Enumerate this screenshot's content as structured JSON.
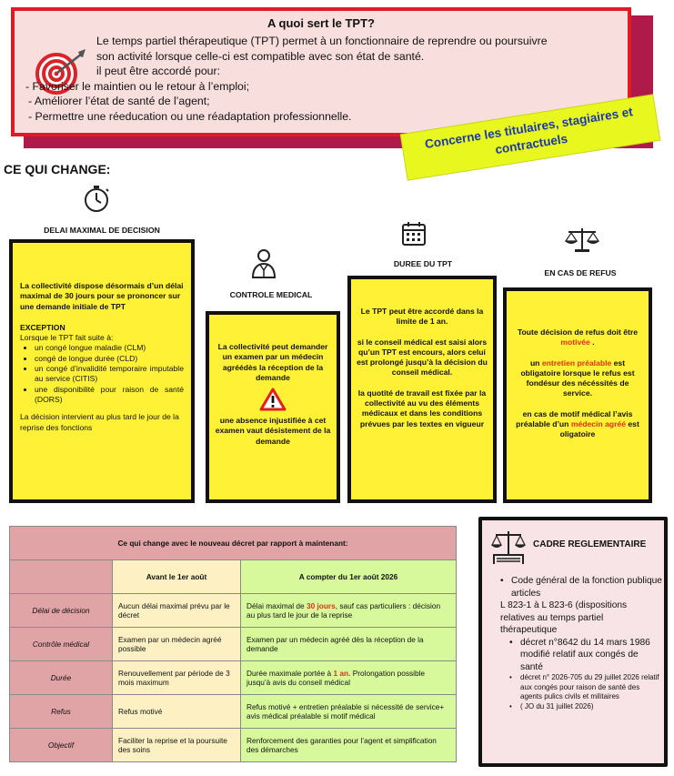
{
  "intro": {
    "title": "A quoi sert le TPT?",
    "lines": [
      "Le temps partiel thérapeutique (TPT) permet à un fonctionnaire de reprendre ou poursuivre",
      "son activité lorsque celle-ci est compatible avec son état de santé.",
      "il peut être accordé pour:"
    ],
    "bullets": [
      "-   Favoriser le maintien ou le retour à l’emploi;",
      "- Améliorer l’état de santé de l’agent;",
      "- Permettre une réeducation ou une réadaptation professionnelle."
    ]
  },
  "tag": {
    "line1": "Concerne les titulaires, stagiaires et",
    "line2": "contractuels"
  },
  "section_title": "CE QUI CHANGE:",
  "columns": {
    "delai": {
      "label": "DELAI MAXIMAL DE DECISION",
      "p1": "La collectivité dispose désormais d’un délai maximal de 30 jours pour se prononcer sur une demande initiale de TPT",
      "exception_title": "EXCEPTION",
      "exception_intro": "Lorsque le TPT fait suite à:",
      "exceptions": [
        "un congé longue maladie (CLM)",
        "congé de longue durée (CLD)",
        "un congé d’invalidité temporaire imputable au service (CITIS)",
        "une disponibilité pour raison de santé (DORS)"
      ],
      "p_last": "La décision intervient au plus tard le jour de la reprise des fonctions"
    },
    "controle": {
      "label": "CONTROLE MEDICAL",
      "p1": "La collectivité peut demander un examen par un médecin agréédès la réception de la demande",
      "p2": "une absence injustifiée à cet examen vaut désistement de la demande"
    },
    "duree": {
      "label": "DUREE DU TPT",
      "p1": "Le TPT peut être accordé dans la limite de 1 an.",
      "p2": "si le conseil médical est saisi alors qu’un TPT est encours, alors celui est prolongé jusqu’à la décision du conseil médical.",
      "p3": "la quotité de travail est fixée par la collectivité au vu des éléments médicaux et dans les conditions prévues par les textes en vigueur"
    },
    "refus": {
      "label": "EN CAS DE REFUS",
      "p1a": "Toute décision de refus doit être ",
      "p1b": "motivée",
      "p1c": " .",
      "p2a": "un ",
      "p2b": "entretien préalable",
      "p2c": " est obligatoire lorsque le refus est fondésur des nécéssités de service.",
      "p3a": "en cas de motif médical l’avis préalable d’un ",
      "p3b": "médecin agréé",
      "p3c": " est oligatoire"
    }
  },
  "table": {
    "title": "Ce qui change avec le nouveau décret par rapport à maintenant:",
    "head_before": "Avant le 1er août",
    "head_after": "A compter du 1er août 2026",
    "rows": [
      {
        "label": "Délai de décision",
        "before": "Aucun délai maximal prévu par le décret",
        "after_a": "Délai maximal de ",
        "after_red": "30 jours",
        "after_b": ", sauf cas particuliers : décision au plus tard le jour de la reprise"
      },
      {
        "label": "Contrôle médical",
        "before": "Examen par un médecin agréé possible",
        "after_a": "Examen par un médecin agréé dès la réception de la demande",
        "after_red": "",
        "after_b": ""
      },
      {
        "label": "Durée",
        "before": "Renouvellement par période de 3 mois maximum",
        "after_a": "Durée maximale portée à ",
        "after_red": "1 an.",
        "after_b": " Prolongation possible jusqu’à avis du conseil médical"
      },
      {
        "label": "Refus",
        "before": "Refus motivé",
        "after_a": "Refus motivé + entretien préalable si nécessité de service+ avis médical préalable si motif médical",
        "after_red": "",
        "after_b": ""
      },
      {
        "label": "Objectif",
        "before": "Faciliter la reprise et la poursuite des soins",
        "after_a": "Renforcement des garanties pour l’agent et simplification des démarches",
        "after_red": "",
        "after_b": ""
      }
    ]
  },
  "cadre": {
    "title": "CADRE REGLEMENTAIRE",
    "b1": "Code général de la fonction publique articles",
    "b1_cont": "L 823-1 à L 823-6 (dispositions relatives au temps partiel thérapeutique",
    "b2": "décret n°8642 du 14 mars 1986 modifié relatif aux congés de santé",
    "b3": "décret n° 2026-705 du 29 juillet 2026 relatif aux congés pour raison de santé des agents pulics civils et militaires",
    "b4": "( JO du 31 juillet 2026)"
  },
  "colors": {
    "red_border": "#e01b25",
    "shadow": "#b01a4a",
    "yellow": "#fff236",
    "tag": "#e8f71e",
    "tag_text": "#1b3aa8",
    "accent_red": "#e0301a"
  }
}
